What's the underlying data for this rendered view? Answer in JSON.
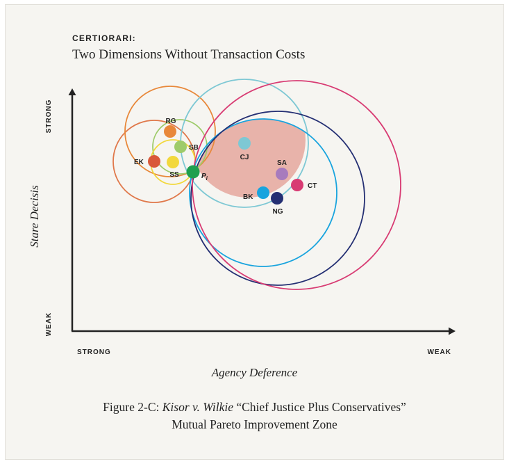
{
  "header": {
    "kicker": "CERTIORARI:",
    "title": "Two Dimensions Without Transaction Costs"
  },
  "axes": {
    "x_label": "Agency Deference",
    "y_label": "Stare Decisis",
    "x_low": "STRONG",
    "x_high": "WEAK",
    "y_low": "WEAK",
    "y_high": "STRONG"
  },
  "points": {
    "rg": {
      "label": "RG",
      "color": "#e8883a"
    },
    "sb": {
      "label": "SB",
      "color": "#9ecb6a"
    },
    "ek": {
      "label": "EK",
      "color": "#d9593a"
    },
    "ss": {
      "label": "SS",
      "color": "#f2d83c"
    },
    "pi": {
      "label": "P",
      "subscript": "i",
      "color": "#1e9f4e"
    },
    "cj": {
      "label": "CJ",
      "color": "#7ec8d4"
    },
    "sa": {
      "label": "SA",
      "color": "#a77bbd"
    },
    "ct": {
      "label": "CT",
      "color": "#d83b73"
    },
    "bk": {
      "label": "BK",
      "color": "#19a4de"
    },
    "ng": {
      "label": "NG",
      "color": "#242f73"
    }
  },
  "zone_color": "#e8b3aa",
  "caption": {
    "prefix": "Figure 2-C: ",
    "case_name": "Kisor v. Wilkie",
    "suffix": " “Chief Justice Plus Conservatives”",
    "line2": "Mutual Pareto Improvement Zone"
  }
}
